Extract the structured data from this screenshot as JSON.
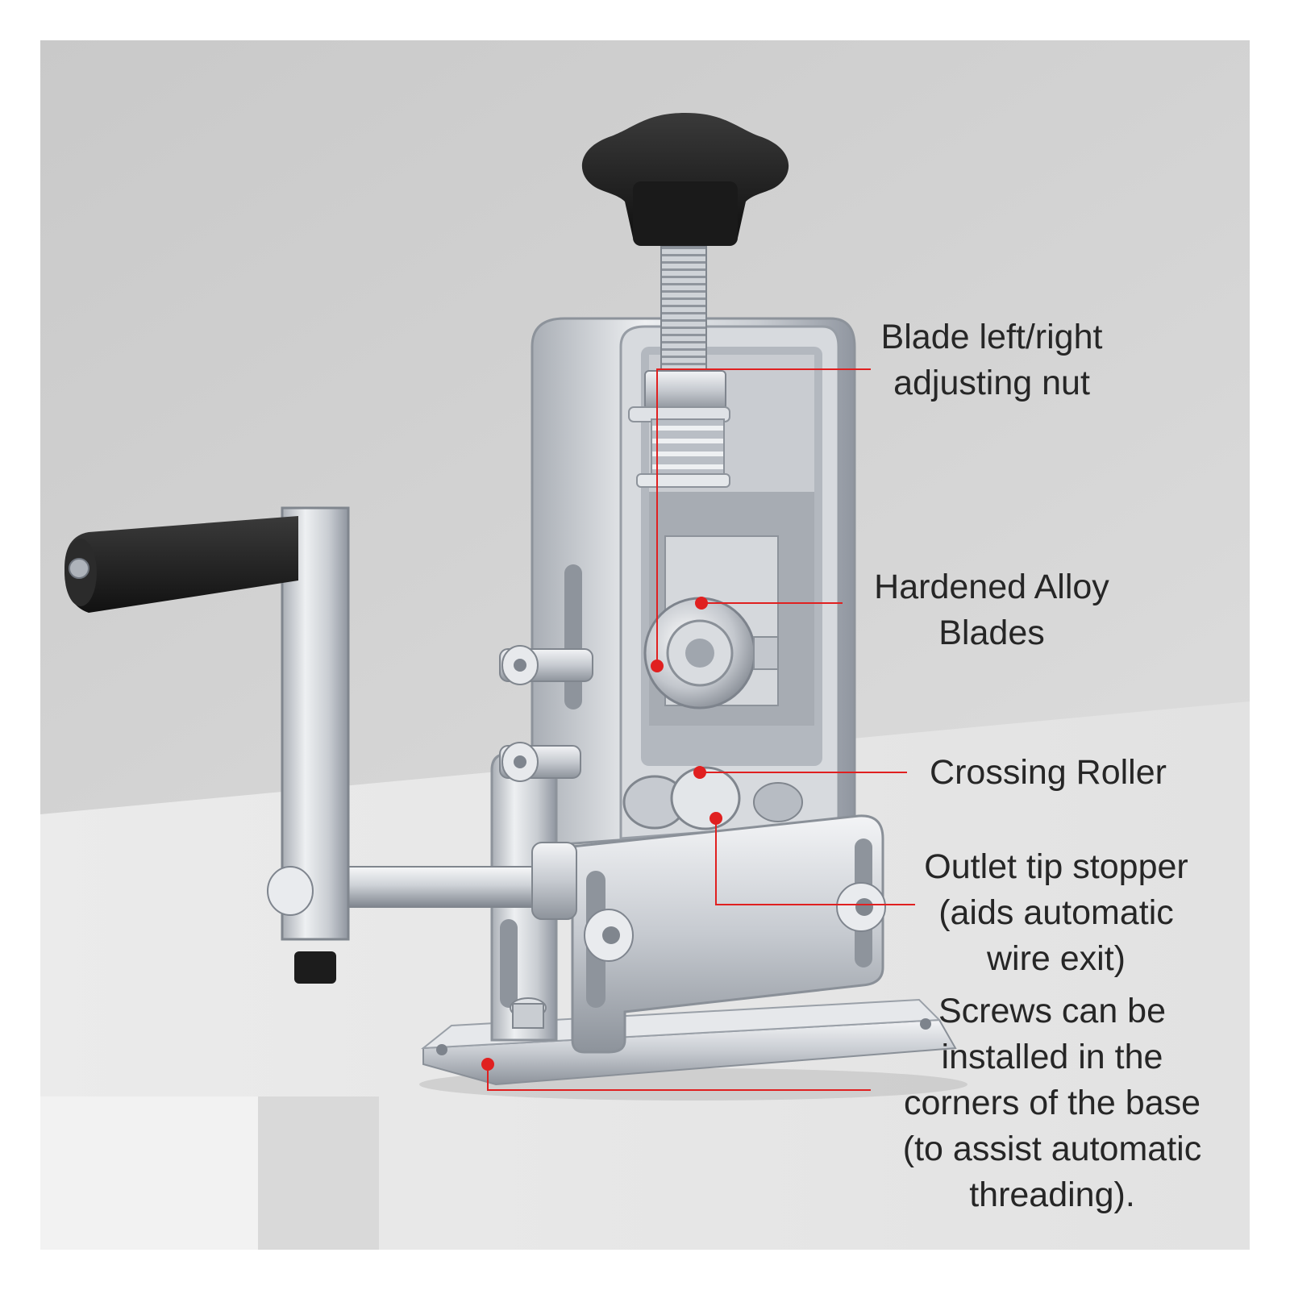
{
  "colors": {
    "accent_red": "#e02020",
    "metal_light": "#e9ebee",
    "metal_mid": "#c4c8ce",
    "metal_dark": "#8c9199",
    "knob_black": "#1c1c1c",
    "wall": "#d2d2d2",
    "table": "#e7e7e7",
    "label_text": "#262626"
  },
  "callouts": [
    {
      "id": "blade-adjust-nut",
      "lines": [
        "Blade left/right",
        "adjusting nut"
      ]
    },
    {
      "id": "alloy-blades",
      "lines": [
        "Hardened Alloy",
        "Blades"
      ]
    },
    {
      "id": "crossing-roller",
      "lines": [
        "Crossing Roller"
      ]
    },
    {
      "id": "outlet-tip-stopper",
      "lines": [
        "Outlet tip stopper",
        "(aids automatic",
        "wire exit)"
      ]
    },
    {
      "id": "base-screws",
      "lines": [
        "Screws can be",
        "installed in the",
        "corners of the base",
        "(to assist automatic",
        "threading)."
      ]
    }
  ]
}
